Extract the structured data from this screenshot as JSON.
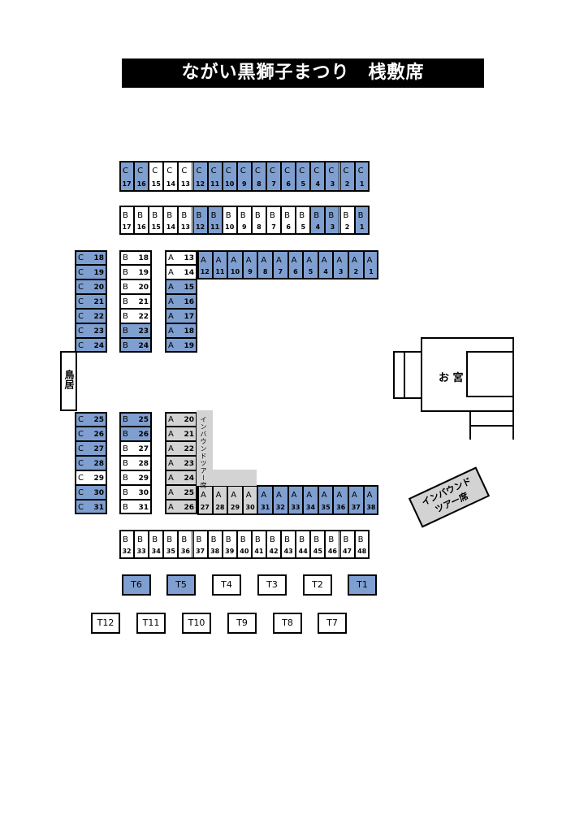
{
  "title": "ながい黒獅子まつり　桟敷席",
  "colors": {
    "available": "#7f9fd0",
    "inbound": "#d3d3d3",
    "normal": "#ffffff"
  },
  "landmarks": {
    "torii": "鳥居",
    "shrine": "お 宮",
    "inbound_sign": "インバウンドツアー席",
    "inbound_sign_line1": "インバウンド",
    "inbound_sign_line2": "ツアー席"
  },
  "rows": {
    "c_top": [
      {
        "l": "C",
        "n": "17",
        "c": "blue"
      },
      {
        "l": "C",
        "n": "16",
        "c": "blue"
      },
      {
        "l": "C",
        "n": "15",
        "c": "white"
      },
      {
        "l": "C",
        "n": "14",
        "c": "white"
      },
      {
        "l": "C",
        "n": "13",
        "c": "white"
      },
      {
        "l": "C",
        "n": "12",
        "c": "blue"
      },
      {
        "l": "C",
        "n": "11",
        "c": "blue"
      },
      {
        "l": "C",
        "n": "10",
        "c": "blue"
      },
      {
        "l": "C",
        "n": "9",
        "c": "blue"
      },
      {
        "l": "C",
        "n": "8",
        "c": "blue"
      },
      {
        "l": "C",
        "n": "7",
        "c": "blue"
      },
      {
        "l": "C",
        "n": "6",
        "c": "blue"
      },
      {
        "l": "C",
        "n": "5",
        "c": "blue"
      },
      {
        "l": "C",
        "n": "4",
        "c": "blue"
      },
      {
        "l": "C",
        "n": "3",
        "c": "blue"
      },
      {
        "l": "C",
        "n": "2",
        "c": "blue"
      },
      {
        "l": "C",
        "n": "1",
        "c": "blue"
      }
    ],
    "b_top": [
      {
        "l": "B",
        "n": "17",
        "c": "white"
      },
      {
        "l": "B",
        "n": "16",
        "c": "white"
      },
      {
        "l": "B",
        "n": "15",
        "c": "white"
      },
      {
        "l": "B",
        "n": "14",
        "c": "white"
      },
      {
        "l": "B",
        "n": "13",
        "c": "white"
      },
      {
        "l": "B",
        "n": "12",
        "c": "blue"
      },
      {
        "l": "B",
        "n": "11",
        "c": "blue"
      },
      {
        "l": "B",
        "n": "10",
        "c": "white"
      },
      {
        "l": "B",
        "n": "9",
        "c": "white"
      },
      {
        "l": "B",
        "n": "8",
        "c": "white"
      },
      {
        "l": "B",
        "n": "7",
        "c": "white"
      },
      {
        "l": "B",
        "n": "6",
        "c": "white"
      },
      {
        "l": "B",
        "n": "5",
        "c": "white"
      },
      {
        "l": "B",
        "n": "4",
        "c": "blue"
      },
      {
        "l": "B",
        "n": "3",
        "c": "blue"
      },
      {
        "l": "B",
        "n": "2",
        "c": "white"
      },
      {
        "l": "B",
        "n": "1",
        "c": "blue"
      }
    ],
    "a_top": [
      {
        "l": "A",
        "n": "12",
        "c": "blue"
      },
      {
        "l": "A",
        "n": "11",
        "c": "blue"
      },
      {
        "l": "A",
        "n": "10",
        "c": "blue"
      },
      {
        "l": "A",
        "n": "9",
        "c": "blue"
      },
      {
        "l": "A",
        "n": "8",
        "c": "blue"
      },
      {
        "l": "A",
        "n": "7",
        "c": "blue"
      },
      {
        "l": "A",
        "n": "6",
        "c": "blue"
      },
      {
        "l": "A",
        "n": "5",
        "c": "blue"
      },
      {
        "l": "A",
        "n": "4",
        "c": "blue"
      },
      {
        "l": "A",
        "n": "3",
        "c": "blue"
      },
      {
        "l": "A",
        "n": "2",
        "c": "blue"
      },
      {
        "l": "A",
        "n": "1",
        "c": "blue"
      }
    ],
    "c_left_top": [
      {
        "l": "C",
        "n": "18",
        "c": "blue"
      },
      {
        "l": "C",
        "n": "19",
        "c": "blue"
      },
      {
        "l": "C",
        "n": "20",
        "c": "blue"
      },
      {
        "l": "C",
        "n": "21",
        "c": "blue"
      },
      {
        "l": "C",
        "n": "22",
        "c": "blue"
      },
      {
        "l": "C",
        "n": "23",
        "c": "blue"
      },
      {
        "l": "C",
        "n": "24",
        "c": "blue"
      }
    ],
    "b_left_top": [
      {
        "l": "B",
        "n": "18",
        "c": "white"
      },
      {
        "l": "B",
        "n": "19",
        "c": "white"
      },
      {
        "l": "B",
        "n": "20",
        "c": "white"
      },
      {
        "l": "B",
        "n": "21",
        "c": "white"
      },
      {
        "l": "B",
        "n": "22",
        "c": "white"
      },
      {
        "l": "B",
        "n": "23",
        "c": "blue"
      },
      {
        "l": "B",
        "n": "24",
        "c": "blue"
      }
    ],
    "a_left_top": [
      {
        "l": "A",
        "n": "13",
        "c": "white"
      },
      {
        "l": "A",
        "n": "14",
        "c": "white"
      },
      {
        "l": "A",
        "n": "15",
        "c": "blue"
      },
      {
        "l": "A",
        "n": "16",
        "c": "blue"
      },
      {
        "l": "A",
        "n": "17",
        "c": "blue"
      },
      {
        "l": "A",
        "n": "18",
        "c": "blue"
      },
      {
        "l": "A",
        "n": "19",
        "c": "blue"
      }
    ],
    "c_left_bottom": [
      {
        "l": "C",
        "n": "25",
        "c": "blue"
      },
      {
        "l": "C",
        "n": "26",
        "c": "blue"
      },
      {
        "l": "C",
        "n": "27",
        "c": "blue"
      },
      {
        "l": "C",
        "n": "28",
        "c": "blue"
      },
      {
        "l": "C",
        "n": "29",
        "c": "white"
      },
      {
        "l": "C",
        "n": "30",
        "c": "blue"
      },
      {
        "l": "C",
        "n": "31",
        "c": "blue"
      }
    ],
    "b_left_bottom": [
      {
        "l": "B",
        "n": "25",
        "c": "blue"
      },
      {
        "l": "B",
        "n": "26",
        "c": "blue"
      },
      {
        "l": "B",
        "n": "27",
        "c": "white"
      },
      {
        "l": "B",
        "n": "28",
        "c": "white"
      },
      {
        "l": "B",
        "n": "29",
        "c": "white"
      },
      {
        "l": "B",
        "n": "30",
        "c": "white"
      },
      {
        "l": "B",
        "n": "31",
        "c": "white"
      }
    ],
    "a_left_bottom": [
      {
        "l": "A",
        "n": "20",
        "c": "gray"
      },
      {
        "l": "A",
        "n": "21",
        "c": "gray"
      },
      {
        "l": "A",
        "n": "22",
        "c": "gray"
      },
      {
        "l": "A",
        "n": "23",
        "c": "gray"
      },
      {
        "l": "A",
        "n": "24",
        "c": "gray"
      },
      {
        "l": "A",
        "n": "25",
        "c": "gray"
      },
      {
        "l": "A",
        "n": "26",
        "c": "gray"
      }
    ],
    "a_bottom": [
      {
        "l": "A",
        "n": "27",
        "c": "gray"
      },
      {
        "l": "A",
        "n": "28",
        "c": "gray"
      },
      {
        "l": "A",
        "n": "29",
        "c": "gray"
      },
      {
        "l": "A",
        "n": "30",
        "c": "gray"
      },
      {
        "l": "A",
        "n": "31",
        "c": "blue"
      },
      {
        "l": "A",
        "n": "32",
        "c": "blue"
      },
      {
        "l": "A",
        "n": "33",
        "c": "blue"
      },
      {
        "l": "A",
        "n": "34",
        "c": "blue"
      },
      {
        "l": "A",
        "n": "35",
        "c": "blue"
      },
      {
        "l": "A",
        "n": "36",
        "c": "blue"
      },
      {
        "l": "A",
        "n": "37",
        "c": "blue"
      },
      {
        "l": "A",
        "n": "38",
        "c": "blue"
      }
    ],
    "b_bottom": [
      {
        "l": "B",
        "n": "32",
        "c": "white"
      },
      {
        "l": "B",
        "n": "33",
        "c": "white"
      },
      {
        "l": "B",
        "n": "34",
        "c": "white"
      },
      {
        "l": "B",
        "n": "35",
        "c": "white"
      },
      {
        "l": "B",
        "n": "36",
        "c": "white"
      },
      {
        "l": "B",
        "n": "37",
        "c": "white"
      },
      {
        "l": "B",
        "n": "38",
        "c": "white"
      },
      {
        "l": "B",
        "n": "39",
        "c": "white"
      },
      {
        "l": "B",
        "n": "40",
        "c": "white"
      },
      {
        "l": "B",
        "n": "41",
        "c": "white"
      },
      {
        "l": "B",
        "n": "42",
        "c": "white"
      },
      {
        "l": "B",
        "n": "43",
        "c": "white"
      },
      {
        "l": "B",
        "n": "44",
        "c": "white"
      },
      {
        "l": "B",
        "n": "45",
        "c": "white"
      },
      {
        "l": "B",
        "n": "46",
        "c": "white"
      },
      {
        "l": "B",
        "n": "47",
        "c": "white"
      },
      {
        "l": "B",
        "n": "48",
        "c": "white"
      }
    ]
  },
  "table_seats": {
    "row1": [
      {
        "n": "T6",
        "c": "blue"
      },
      {
        "n": "T5",
        "c": "blue"
      },
      {
        "n": "T4",
        "c": "white"
      },
      {
        "n": "T3",
        "c": "white"
      },
      {
        "n": "T2",
        "c": "white"
      },
      {
        "n": "T1",
        "c": "blue"
      }
    ],
    "row2": [
      {
        "n": "T12",
        "c": "white"
      },
      {
        "n": "T11",
        "c": "white"
      },
      {
        "n": "T10",
        "c": "white"
      },
      {
        "n": "T9",
        "c": "white"
      },
      {
        "n": "T8",
        "c": "white"
      },
      {
        "n": "T7",
        "c": "white"
      }
    ]
  }
}
